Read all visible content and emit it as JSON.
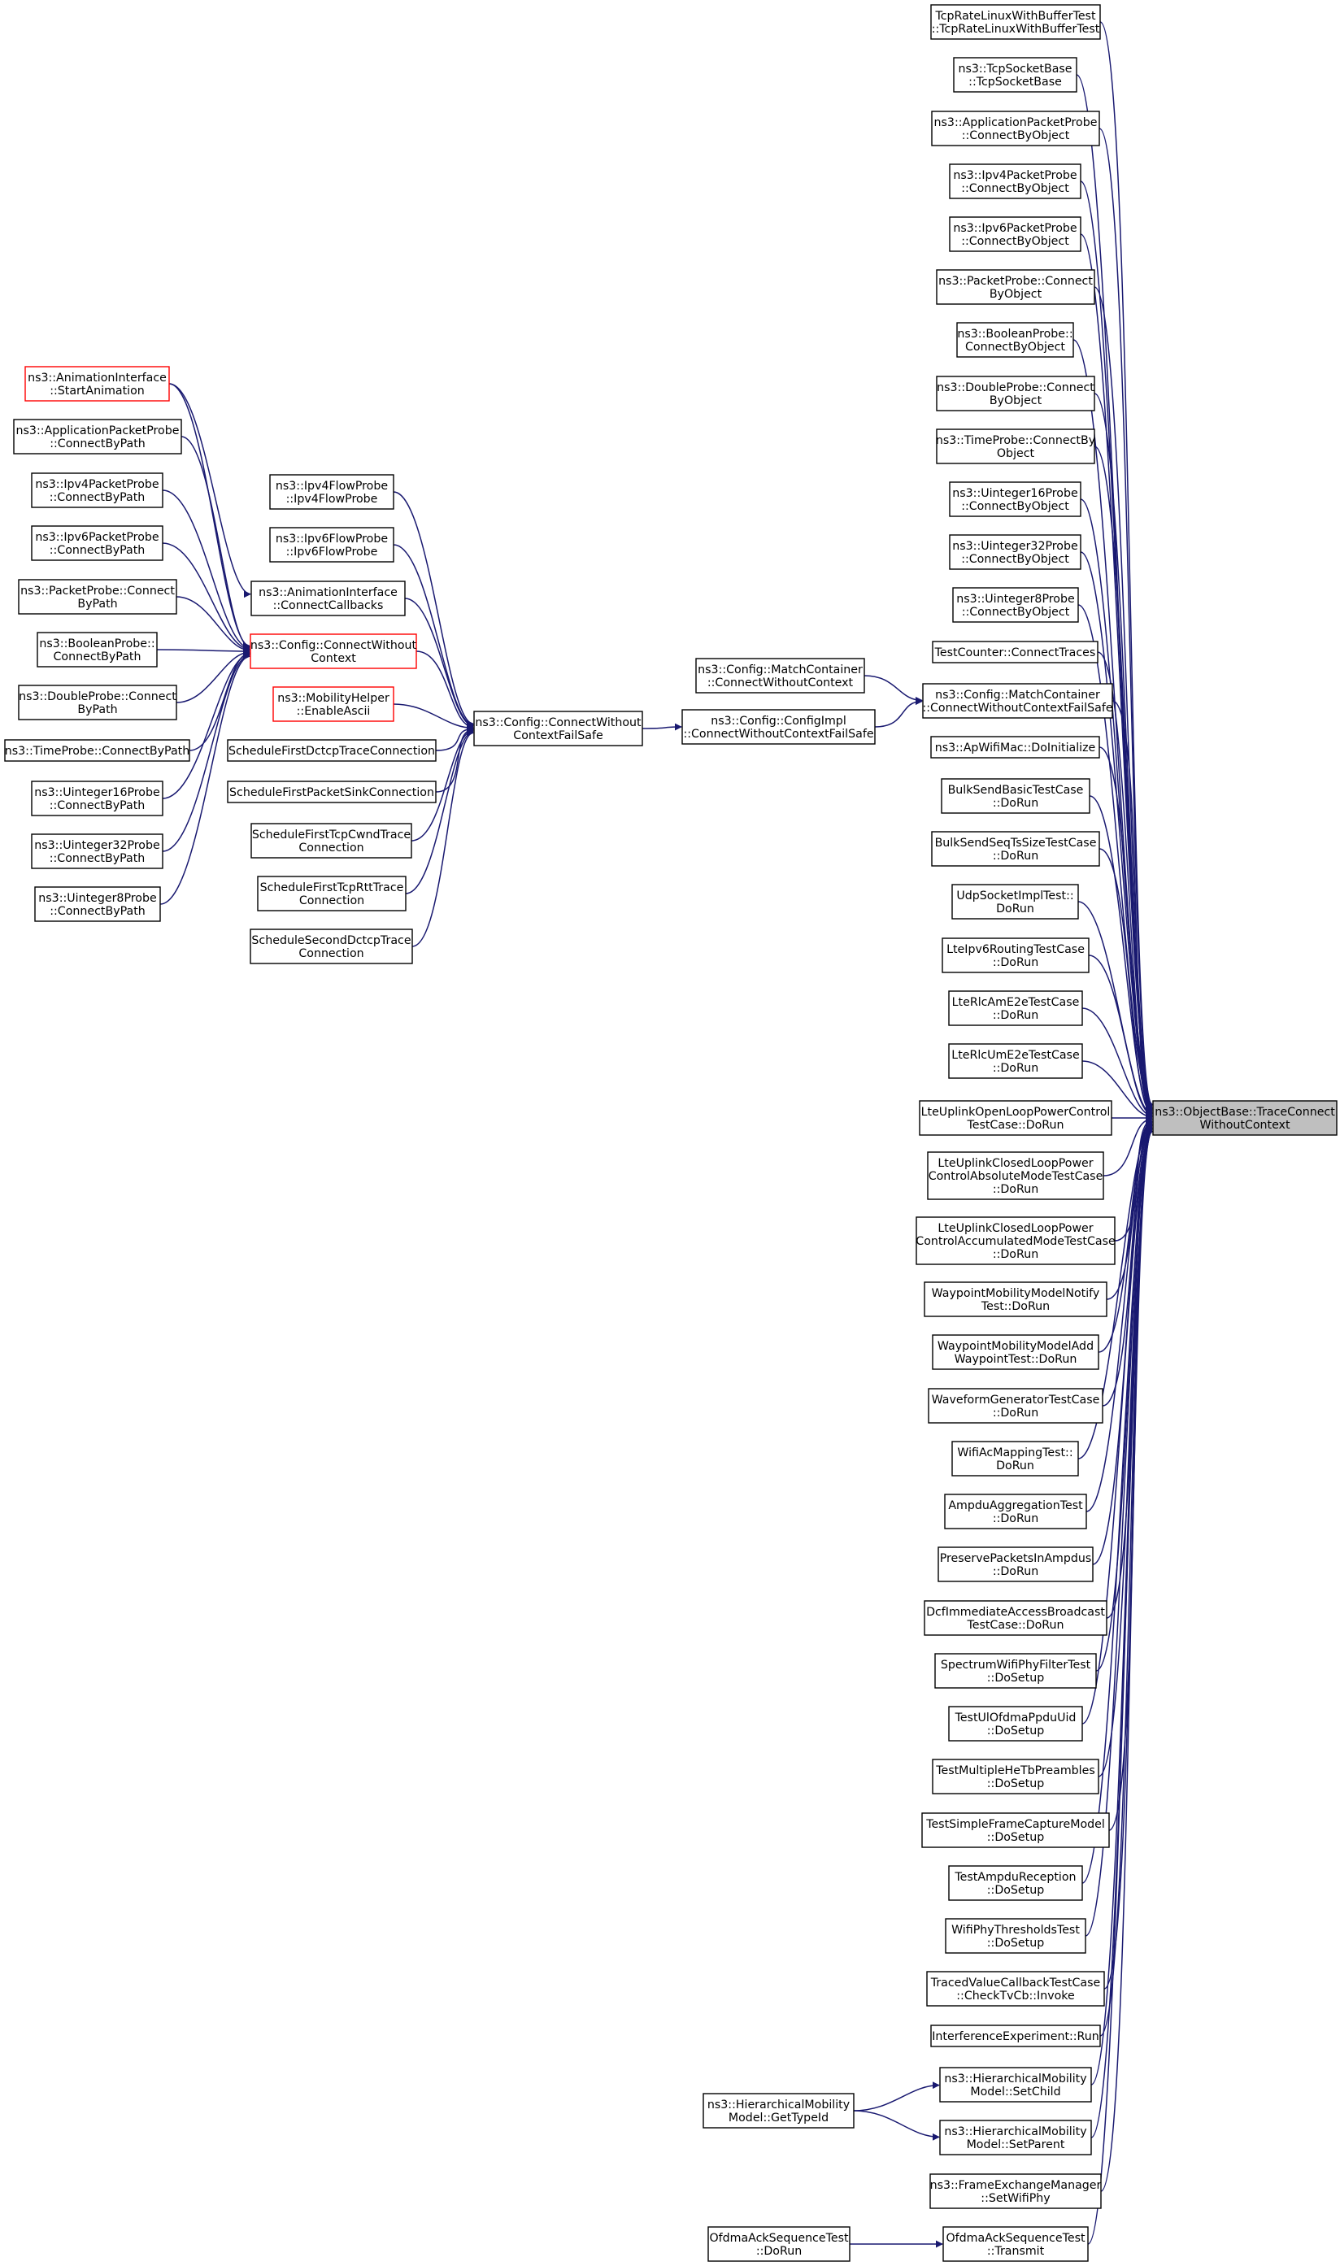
{
  "colors": {
    "edge": "#191970",
    "node_border": "#000000",
    "node_border_red": "#ff0000",
    "target_fill": "#bfbfbf",
    "background": "#ffffff"
  },
  "nodes": [
    {
      "id": "target",
      "lines": [
        "ns3::ObjectBase::TraceConnect",
        "WithoutContext"
      ],
      "style": "target"
    },
    {
      "id": "tcprate",
      "lines": [
        "TcpRateLinuxWithBufferTest",
        "::TcpRateLinuxWithBufferTest"
      ],
      "style": "normal"
    },
    {
      "id": "tcpsock",
      "lines": [
        "ns3::TcpSocketBase",
        "::TcpSocketBase"
      ],
      "style": "normal"
    },
    {
      "id": "app_obj",
      "lines": [
        "ns3::ApplicationPacketProbe",
        "::ConnectByObject"
      ],
      "style": "normal"
    },
    {
      "id": "ipv4_obj",
      "lines": [
        "ns3::Ipv4PacketProbe",
        "::ConnectByObject"
      ],
      "style": "normal"
    },
    {
      "id": "ipv6_obj",
      "lines": [
        "ns3::Ipv6PacketProbe",
        "::ConnectByObject"
      ],
      "style": "normal"
    },
    {
      "id": "pkt_obj",
      "lines": [
        "ns3::PacketProbe::Connect",
        "ByObject"
      ],
      "style": "normal"
    },
    {
      "id": "bool_obj",
      "lines": [
        "ns3::BooleanProbe::",
        "ConnectByObject"
      ],
      "style": "normal"
    },
    {
      "id": "dbl_obj",
      "lines": [
        "ns3::DoubleProbe::Connect",
        "ByObject"
      ],
      "style": "normal"
    },
    {
      "id": "time_obj",
      "lines": [
        "ns3::TimeProbe::ConnectBy",
        "Object"
      ],
      "style": "normal"
    },
    {
      "id": "u16_obj",
      "lines": [
        "ns3::Uinteger16Probe",
        "::ConnectByObject"
      ],
      "style": "normal"
    },
    {
      "id": "u32_obj",
      "lines": [
        "ns3::Uinteger32Probe",
        "::ConnectByObject"
      ],
      "style": "normal"
    },
    {
      "id": "u8_obj",
      "lines": [
        "ns3::Uinteger8Probe",
        "::ConnectByObject"
      ],
      "style": "normal"
    },
    {
      "id": "testcounter",
      "lines": [
        "TestCounter::ConnectTraces"
      ],
      "style": "normal"
    },
    {
      "id": "mc_cwcfs",
      "lines": [
        "ns3::Config::MatchContainer",
        "::ConnectWithoutContextFailSafe"
      ],
      "style": "normal"
    },
    {
      "id": "apwifi",
      "lines": [
        "ns3::ApWifiMac::DoInitialize"
      ],
      "style": "normal"
    },
    {
      "id": "bulkbasic",
      "lines": [
        "BulkSendBasicTestCase",
        "::DoRun"
      ],
      "style": "normal"
    },
    {
      "id": "bulkseq",
      "lines": [
        "BulkSendSeqTsSizeTestCase",
        "::DoRun"
      ],
      "style": "normal"
    },
    {
      "id": "udpsock",
      "lines": [
        "UdpSocketImplTest::",
        "DoRun"
      ],
      "style": "normal"
    },
    {
      "id": "lteipv6",
      "lines": [
        "LteIpv6RoutingTestCase",
        "::DoRun"
      ],
      "style": "normal"
    },
    {
      "id": "lterlcam",
      "lines": [
        "LteRlcAmE2eTestCase",
        "::DoRun"
      ],
      "style": "normal"
    },
    {
      "id": "lterlcum",
      "lines": [
        "LteRlcUmE2eTestCase",
        "::DoRun"
      ],
      "style": "normal"
    },
    {
      "id": "lteopen",
      "lines": [
        "LteUplinkOpenLoopPowerControl",
        "TestCase::DoRun"
      ],
      "style": "normal"
    },
    {
      "id": "lteclosedabs",
      "lines": [
        "LteUplinkClosedLoopPower",
        "ControlAbsoluteModeTestCase",
        "::DoRun"
      ],
      "style": "normal"
    },
    {
      "id": "lteclosedacc",
      "lines": [
        "LteUplinkClosedLoopPower",
        "ControlAccumulatedModeTestCase",
        "::DoRun"
      ],
      "style": "normal"
    },
    {
      "id": "wpnotify",
      "lines": [
        "WaypointMobilityModelNotify",
        "Test::DoRun"
      ],
      "style": "normal"
    },
    {
      "id": "wpadd",
      "lines": [
        "WaypointMobilityModelAdd",
        "WaypointTest::DoRun"
      ],
      "style": "normal"
    },
    {
      "id": "waveform",
      "lines": [
        "WaveformGeneratorTestCase",
        "::DoRun"
      ],
      "style": "normal"
    },
    {
      "id": "wifiac",
      "lines": [
        "WifiAcMappingTest::",
        "DoRun"
      ],
      "style": "normal"
    },
    {
      "id": "ampdu",
      "lines": [
        "AmpduAggregationTest",
        "::DoRun"
      ],
      "style": "normal"
    },
    {
      "id": "preserve",
      "lines": [
        "PreservePacketsInAmpdus",
        "::DoRun"
      ],
      "style": "normal"
    },
    {
      "id": "dcf",
      "lines": [
        "DcfImmediateAccessBroadcast",
        "TestCase::DoRun"
      ],
      "style": "normal"
    },
    {
      "id": "spectrum",
      "lines": [
        "SpectrumWifiPhyFilterTest",
        "::DoSetup"
      ],
      "style": "normal"
    },
    {
      "id": "testul",
      "lines": [
        "TestUlOfdmaPpduUid",
        "::DoSetup"
      ],
      "style": "normal"
    },
    {
      "id": "testmulti",
      "lines": [
        "TestMultipleHeTbPreambles",
        "::DoSetup"
      ],
      "style": "normal"
    },
    {
      "id": "testsimple",
      "lines": [
        "TestSimpleFrameCaptureModel",
        "::DoSetup"
      ],
      "style": "normal"
    },
    {
      "id": "testampdu",
      "lines": [
        "TestAmpduReception",
        "::DoSetup"
      ],
      "style": "normal"
    },
    {
      "id": "wifiphy",
      "lines": [
        "WifiPhyThresholdsTest",
        "::DoSetup"
      ],
      "style": "normal"
    },
    {
      "id": "traced",
      "lines": [
        "TracedValueCallbackTestCase",
        "::CheckTvCb::Invoke"
      ],
      "style": "normal"
    },
    {
      "id": "interference",
      "lines": [
        "InterferenceExperiment::Run"
      ],
      "style": "normal"
    },
    {
      "id": "hm_setchild",
      "lines": [
        "ns3::HierarchicalMobility",
        "Model::SetChild"
      ],
      "style": "normal"
    },
    {
      "id": "hm_setparent",
      "lines": [
        "ns3::HierarchicalMobility",
        "Model::SetParent"
      ],
      "style": "normal"
    },
    {
      "id": "frameex",
      "lines": [
        "ns3::FrameExchangeManager",
        "::SetWifiPhy"
      ],
      "style": "normal"
    },
    {
      "id": "ofdma_tx",
      "lines": [
        "OfdmaAckSequenceTest",
        "::Transmit"
      ],
      "style": "normal"
    },
    {
      "id": "mc_cwc",
      "lines": [
        "ns3::Config::MatchContainer",
        "::ConnectWithoutContext"
      ],
      "style": "normal"
    },
    {
      "id": "ci_cwcfs",
      "lines": [
        "ns3::Config::ConfigImpl",
        "::ConnectWithoutContextFailSafe"
      ],
      "style": "normal"
    },
    {
      "id": "hm_gettype",
      "lines": [
        "ns3::HierarchicalMobility",
        "Model::GetTypeId"
      ],
      "style": "normal"
    },
    {
      "id": "ofdma_run",
      "lines": [
        "OfdmaAckSequenceTest",
        "::DoRun"
      ],
      "style": "normal"
    },
    {
      "id": "cfg_cwcfs",
      "lines": [
        "ns3::Config::ConnectWithout",
        "ContextFailSafe"
      ],
      "style": "normal"
    },
    {
      "id": "ipv4flow",
      "lines": [
        "ns3::Ipv4FlowProbe",
        "::Ipv4FlowProbe"
      ],
      "style": "normal"
    },
    {
      "id": "ipv6flow",
      "lines": [
        "ns3::Ipv6FlowProbe",
        "::Ipv6FlowProbe"
      ],
      "style": "normal"
    },
    {
      "id": "anim_cb",
      "lines": [
        "ns3::AnimationInterface",
        "::ConnectCallbacks"
      ],
      "style": "normal"
    },
    {
      "id": "cfg_cwc",
      "lines": [
        "ns3::Config::ConnectWithout",
        "Context"
      ],
      "style": "red"
    },
    {
      "id": "mobhelper",
      "lines": [
        "ns3::MobilityHelper",
        "::EnableAscii"
      ],
      "style": "red"
    },
    {
      "id": "sfdctcp",
      "lines": [
        "ScheduleFirstDctcpTraceConnection"
      ],
      "style": "normal"
    },
    {
      "id": "sfpktsink",
      "lines": [
        "ScheduleFirstPacketSinkConnection"
      ],
      "style": "normal"
    },
    {
      "id": "sftcpcwnd",
      "lines": [
        "ScheduleFirstTcpCwndTrace",
        "Connection"
      ],
      "style": "normal"
    },
    {
      "id": "sftcprtt",
      "lines": [
        "ScheduleFirstTcpRttTrace",
        "Connection"
      ],
      "style": "normal"
    },
    {
      "id": "ssdctcp",
      "lines": [
        "ScheduleSecondDctcpTrace",
        "Connection"
      ],
      "style": "normal"
    },
    {
      "id": "anim_start",
      "lines": [
        "ns3::AnimationInterface",
        "::StartAnimation"
      ],
      "style": "red"
    },
    {
      "id": "app_path",
      "lines": [
        "ns3::ApplicationPacketProbe",
        "::ConnectByPath"
      ],
      "style": "normal"
    },
    {
      "id": "ipv4_path",
      "lines": [
        "ns3::Ipv4PacketProbe",
        "::ConnectByPath"
      ],
      "style": "normal"
    },
    {
      "id": "ipv6_path",
      "lines": [
        "ns3::Ipv6PacketProbe",
        "::ConnectByPath"
      ],
      "style": "normal"
    },
    {
      "id": "pkt_path",
      "lines": [
        "ns3::PacketProbe::Connect",
        "ByPath"
      ],
      "style": "normal"
    },
    {
      "id": "bool_path",
      "lines": [
        "ns3::BooleanProbe::",
        "ConnectByPath"
      ],
      "style": "normal"
    },
    {
      "id": "dbl_path",
      "lines": [
        "ns3::DoubleProbe::Connect",
        "ByPath"
      ],
      "style": "normal"
    },
    {
      "id": "time_path",
      "lines": [
        "ns3::TimeProbe::ConnectByPath"
      ],
      "style": "normal"
    },
    {
      "id": "u16_path",
      "lines": [
        "ns3::Uinteger16Probe",
        "::ConnectByPath"
      ],
      "style": "normal"
    },
    {
      "id": "u32_path",
      "lines": [
        "ns3::Uinteger32Probe",
        "::ConnectByPath"
      ],
      "style": "normal"
    },
    {
      "id": "u8_path",
      "lines": [
        "ns3::Uinteger8Probe",
        "::ConnectByPath"
      ],
      "style": "normal"
    }
  ],
  "edges": [
    [
      "tcprate",
      "target"
    ],
    [
      "tcpsock",
      "target"
    ],
    [
      "app_obj",
      "target"
    ],
    [
      "ipv4_obj",
      "target"
    ],
    [
      "ipv6_obj",
      "target"
    ],
    [
      "pkt_obj",
      "target"
    ],
    [
      "bool_obj",
      "target"
    ],
    [
      "dbl_obj",
      "target"
    ],
    [
      "time_obj",
      "target"
    ],
    [
      "u16_obj",
      "target"
    ],
    [
      "u32_obj",
      "target"
    ],
    [
      "u8_obj",
      "target"
    ],
    [
      "testcounter",
      "target"
    ],
    [
      "mc_cwcfs",
      "target"
    ],
    [
      "apwifi",
      "target"
    ],
    [
      "bulkbasic",
      "target"
    ],
    [
      "bulkseq",
      "target"
    ],
    [
      "udpsock",
      "target"
    ],
    [
      "lteipv6",
      "target"
    ],
    [
      "lterlcam",
      "target"
    ],
    [
      "lterlcum",
      "target"
    ],
    [
      "lteopen",
      "target"
    ],
    [
      "lteclosedabs",
      "target"
    ],
    [
      "lteclosedacc",
      "target"
    ],
    [
      "wpnotify",
      "target"
    ],
    [
      "wpadd",
      "target"
    ],
    [
      "waveform",
      "target"
    ],
    [
      "wifiac",
      "target"
    ],
    [
      "ampdu",
      "target"
    ],
    [
      "preserve",
      "target"
    ],
    [
      "dcf",
      "target"
    ],
    [
      "spectrum",
      "target"
    ],
    [
      "testul",
      "target"
    ],
    [
      "testmulti",
      "target"
    ],
    [
      "testsimple",
      "target"
    ],
    [
      "testampdu",
      "target"
    ],
    [
      "wifiphy",
      "target"
    ],
    [
      "traced",
      "target"
    ],
    [
      "interference",
      "target"
    ],
    [
      "hm_setchild",
      "target"
    ],
    [
      "hm_setparent",
      "target"
    ],
    [
      "frameex",
      "target"
    ],
    [
      "ofdma_tx",
      "target"
    ],
    [
      "mc_cwc",
      "mc_cwcfs"
    ],
    [
      "ci_cwcfs",
      "mc_cwcfs"
    ],
    [
      "hm_gettype",
      "hm_setchild"
    ],
    [
      "hm_gettype",
      "hm_setparent"
    ],
    [
      "ofdma_run",
      "ofdma_tx"
    ],
    [
      "cfg_cwcfs",
      "ci_cwcfs"
    ],
    [
      "ipv4flow",
      "cfg_cwcfs"
    ],
    [
      "ipv6flow",
      "cfg_cwcfs"
    ],
    [
      "anim_cb",
      "cfg_cwcfs"
    ],
    [
      "cfg_cwc",
      "cfg_cwcfs"
    ],
    [
      "mobhelper",
      "cfg_cwcfs"
    ],
    [
      "sfdctcp",
      "cfg_cwcfs"
    ],
    [
      "sfpktsink",
      "cfg_cwcfs"
    ],
    [
      "sftcpcwnd",
      "cfg_cwcfs"
    ],
    [
      "sftcprtt",
      "cfg_cwcfs"
    ],
    [
      "ssdctcp",
      "cfg_cwcfs"
    ],
    [
      "anim_start",
      "anim_cb"
    ],
    [
      "anim_start",
      "cfg_cwc"
    ],
    [
      "app_path",
      "cfg_cwc"
    ],
    [
      "ipv4_path",
      "cfg_cwc"
    ],
    [
      "ipv6_path",
      "cfg_cwc"
    ],
    [
      "pkt_path",
      "cfg_cwc"
    ],
    [
      "bool_path",
      "cfg_cwc"
    ],
    [
      "dbl_path",
      "cfg_cwc"
    ],
    [
      "time_path",
      "cfg_cwc"
    ],
    [
      "u16_path",
      "cfg_cwc"
    ],
    [
      "u32_path",
      "cfg_cwc"
    ],
    [
      "u8_path",
      "cfg_cwc"
    ]
  ]
}
